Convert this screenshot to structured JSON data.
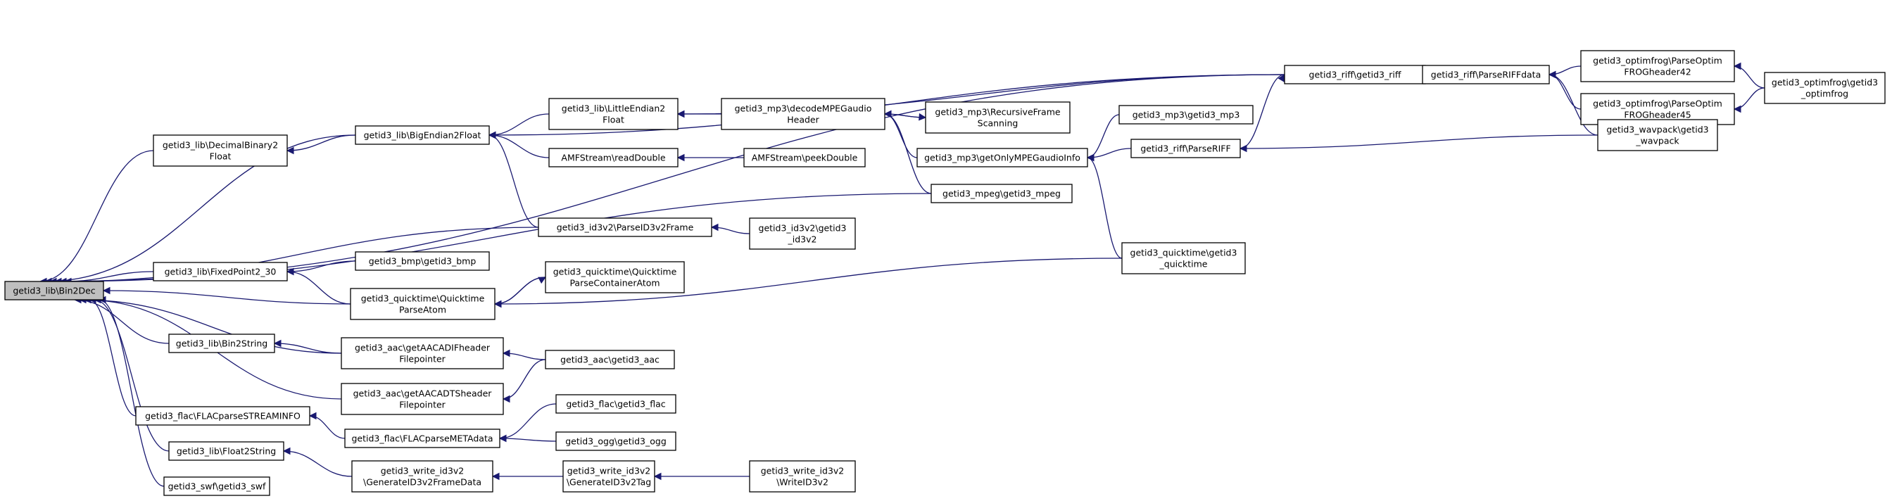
{
  "diagram": {
    "root": "getid3_lib\\Bin2Dec",
    "nodes": [
      {
        "id": "bin2dec",
        "lines": [
          "getid3_lib\\Bin2Dec"
        ],
        "root": true
      },
      {
        "id": "decbin2float",
        "lines": [
          "getid3_lib\\DecimalBinary2",
          "Float"
        ]
      },
      {
        "id": "bigendian2float",
        "lines": [
          "getid3_lib\\BigEndian2Float"
        ]
      },
      {
        "id": "littleendian2float",
        "lines": [
          "getid3_lib\\LittleEndian2",
          "Float"
        ]
      },
      {
        "id": "amf_readdouble",
        "lines": [
          "AMFStream\\readDouble"
        ]
      },
      {
        "id": "amf_peekdouble",
        "lines": [
          "AMFStream\\peekDouble"
        ]
      },
      {
        "id": "mp3_decode",
        "lines": [
          "getid3_mp3\\decodeMPEGaudio",
          "Header"
        ]
      },
      {
        "id": "mp3_recursive",
        "lines": [
          "getid3_mp3\\RecursiveFrame",
          "Scanning"
        ]
      },
      {
        "id": "mp3_getonly",
        "lines": [
          "getid3_mp3\\getOnlyMPEGaudioInfo"
        ]
      },
      {
        "id": "mp3_mp3",
        "lines": [
          "getid3_mp3\\getid3_mp3"
        ]
      },
      {
        "id": "mpeg_mpeg",
        "lines": [
          "getid3_mpeg\\getid3_mpeg"
        ]
      },
      {
        "id": "riff_riff",
        "lines": [
          "getid3_riff\\getid3_riff"
        ]
      },
      {
        "id": "riff_parseriffdata",
        "lines": [
          "getid3_riff\\ParseRIFFdata"
        ]
      },
      {
        "id": "riff_parseriff",
        "lines": [
          "getid3_riff\\ParseRIFF"
        ]
      },
      {
        "id": "optim42",
        "lines": [
          "getid3_optimfrog\\ParseOptim",
          "FROGheader42"
        ]
      },
      {
        "id": "optim45",
        "lines": [
          "getid3_optimfrog\\ParseOptim",
          "FROGheader45"
        ]
      },
      {
        "id": "optim_main",
        "lines": [
          "getid3_optimfrog\\getid3",
          "_optimfrog"
        ]
      },
      {
        "id": "wavpack",
        "lines": [
          "getid3_wavpack\\getid3",
          "_wavpack"
        ]
      },
      {
        "id": "id3v2_parseframe",
        "lines": [
          "getid3_id3v2\\ParseID3v2Frame"
        ]
      },
      {
        "id": "id3v2_main",
        "lines": [
          "getid3_id3v2\\getid3",
          "_id3v2"
        ]
      },
      {
        "id": "fixedpoint",
        "lines": [
          "getid3_lib\\FixedPoint2_30"
        ]
      },
      {
        "id": "bmp",
        "lines": [
          "getid3_bmp\\getid3_bmp"
        ]
      },
      {
        "id": "qt_parseatom",
        "lines": [
          "getid3_quicktime\\Quicktime",
          "ParseAtom"
        ]
      },
      {
        "id": "qt_container",
        "lines": [
          "getid3_quicktime\\Quicktime",
          "ParseContainerAtom"
        ]
      },
      {
        "id": "qt_main",
        "lines": [
          "getid3_quicktime\\getid3",
          "_quicktime"
        ]
      },
      {
        "id": "bin2string",
        "lines": [
          "getid3_lib\\Bin2String"
        ]
      },
      {
        "id": "aac_adif",
        "lines": [
          "getid3_aac\\getAACADIFheader",
          "Filepointer"
        ]
      },
      {
        "id": "aac_main",
        "lines": [
          "getid3_aac\\getid3_aac"
        ]
      },
      {
        "id": "aac_adts",
        "lines": [
          "getid3_aac\\getAACADTSheader",
          "Filepointer"
        ]
      },
      {
        "id": "flac_streaminfo",
        "lines": [
          "getid3_flac\\FLACparseSTREAMINFO"
        ]
      },
      {
        "id": "flac_metadata",
        "lines": [
          "getid3_flac\\FLACparseMETAdata"
        ]
      },
      {
        "id": "flac_main",
        "lines": [
          "getid3_flac\\getid3_flac"
        ]
      },
      {
        "id": "ogg_main",
        "lines": [
          "getid3_ogg\\getid3_ogg"
        ]
      },
      {
        "id": "float2string",
        "lines": [
          "getid3_lib\\Float2String"
        ]
      },
      {
        "id": "wid3v2_frame",
        "lines": [
          "getid3_write_id3v2",
          "\\GenerateID3v2FrameData"
        ]
      },
      {
        "id": "wid3v2_tag",
        "lines": [
          "getid3_write_id3v2",
          "\\GenerateID3v2Tag"
        ]
      },
      {
        "id": "wid3v2_write",
        "lines": [
          "getid3_write_id3v2",
          "\\WriteID3v2"
        ]
      },
      {
        "id": "swf_main",
        "lines": [
          "getid3_swf\\getid3_swf"
        ]
      }
    ],
    "edges": [
      [
        "decbin2float",
        "bin2dec"
      ],
      [
        "bigendian2float",
        "bin2dec"
      ],
      [
        "riff_riff",
        "bin2dec"
      ],
      [
        "mpeg_mpeg",
        "bin2dec"
      ],
      [
        "id3v2_parseframe",
        "bin2dec"
      ],
      [
        "fixedpoint",
        "bin2dec"
      ],
      [
        "qt_parseatom",
        "bin2dec"
      ],
      [
        "bin2string",
        "bin2dec"
      ],
      [
        "aac_adif",
        "bin2dec"
      ],
      [
        "aac_adts",
        "bin2dec"
      ],
      [
        "flac_streaminfo",
        "bin2dec"
      ],
      [
        "float2string",
        "bin2dec"
      ],
      [
        "swf_main",
        "bin2dec"
      ],
      [
        "bigendian2float",
        "decbin2float"
      ],
      [
        "littleendian2float",
        "bigendian2float"
      ],
      [
        "amf_readdouble",
        "bigendian2float"
      ],
      [
        "riff_riff",
        "bigendian2float"
      ],
      [
        "id3v2_parseframe",
        "bigendian2float"
      ],
      [
        "mp3_decode",
        "littleendian2float"
      ],
      [
        "riff_riff",
        "littleendian2float"
      ],
      [
        "amf_peekdouble",
        "amf_readdouble"
      ],
      [
        "mp3_recursive",
        "mp3_decode"
      ],
      [
        "mp3_getonly",
        "mp3_decode"
      ],
      [
        "mpeg_mpeg",
        "mp3_decode"
      ],
      [
        "mp3_decode",
        "mp3_recursive"
      ],
      [
        "mp3_mp3",
        "mp3_getonly"
      ],
      [
        "riff_parseriff",
        "mp3_getonly"
      ],
      [
        "qt_main",
        "mp3_getonly"
      ],
      [
        "riff_parseriffdata",
        "riff_riff"
      ],
      [
        "riff_parseriff",
        "riff_riff"
      ],
      [
        "riff_riff",
        "riff_parseriffdata"
      ],
      [
        "optim42",
        "riff_parseriffdata"
      ],
      [
        "optim45",
        "riff_parseriffdata"
      ],
      [
        "wavpack",
        "riff_parseriffdata"
      ],
      [
        "wavpack",
        "riff_parseriff"
      ],
      [
        "optim_main",
        "optim42"
      ],
      [
        "optim_main",
        "optim45"
      ],
      [
        "id3v2_main",
        "id3v2_parseframe"
      ],
      [
        "bmp",
        "fixedpoint"
      ],
      [
        "qt_parseatom",
        "fixedpoint"
      ],
      [
        "qt_container",
        "qt_parseatom"
      ],
      [
        "qt_main",
        "qt_parseatom"
      ],
      [
        "qt_parseatom",
        "qt_container"
      ],
      [
        "aac_adif",
        "bin2string"
      ],
      [
        "aac_main",
        "aac_adif"
      ],
      [
        "aac_main",
        "aac_adts"
      ],
      [
        "flac_metadata",
        "flac_streaminfo"
      ],
      [
        "flac_main",
        "flac_metadata"
      ],
      [
        "ogg_main",
        "flac_metadata"
      ],
      [
        "wid3v2_frame",
        "float2string"
      ],
      [
        "wid3v2_tag",
        "wid3v2_frame"
      ],
      [
        "wid3v2_write",
        "wid3v2_tag"
      ]
    ]
  }
}
